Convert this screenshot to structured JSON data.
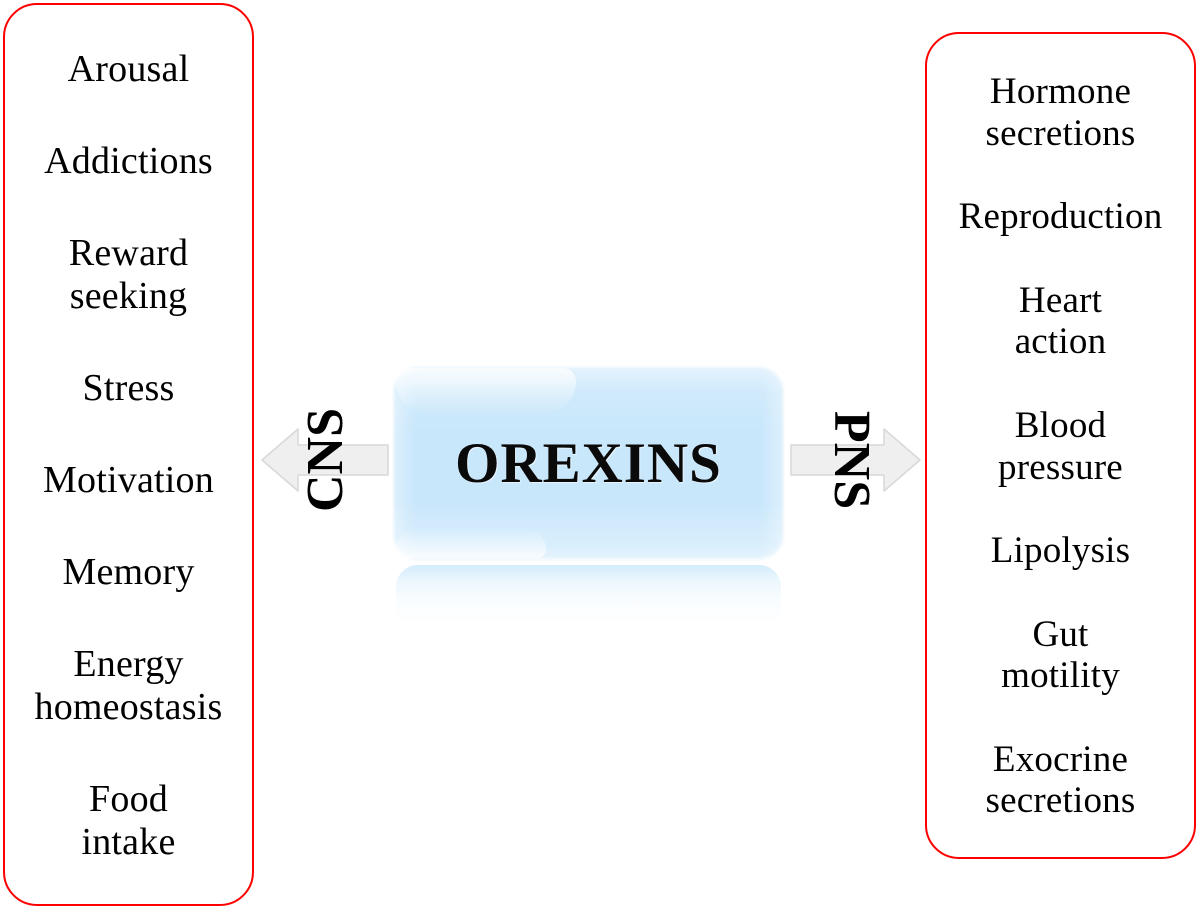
{
  "diagram": {
    "title": "OREXINS",
    "center": {
      "label": "OREXINS",
      "fill_color": "#c9e7fb"
    },
    "connectors": [
      {
        "name": "cns-arrow",
        "label": "CNS",
        "direction": "left",
        "icon": "arrow-left-icon"
      },
      {
        "name": "pns-arrow",
        "label": "PNS",
        "direction": "right",
        "icon": "arrow-right-icon"
      }
    ],
    "panels": {
      "left": {
        "name": "cns-effects-panel",
        "border_color": "#fe0000",
        "items": [
          "Arousal",
          "Addictions",
          "Reward\nseeking",
          "Stress",
          "Motivation",
          "Memory",
          "Energy\nhomeostasis",
          "Food\nintake"
        ]
      },
      "right": {
        "name": "pns-effects-panel",
        "border_color": "#fe0000",
        "items": [
          "Hormone\nsecretions",
          "Reproduction",
          "Heart\naction",
          "Blood\npressure",
          "Lipolysis",
          "Gut\nmotility",
          "Exocrine\nsecretions"
        ]
      }
    }
  }
}
